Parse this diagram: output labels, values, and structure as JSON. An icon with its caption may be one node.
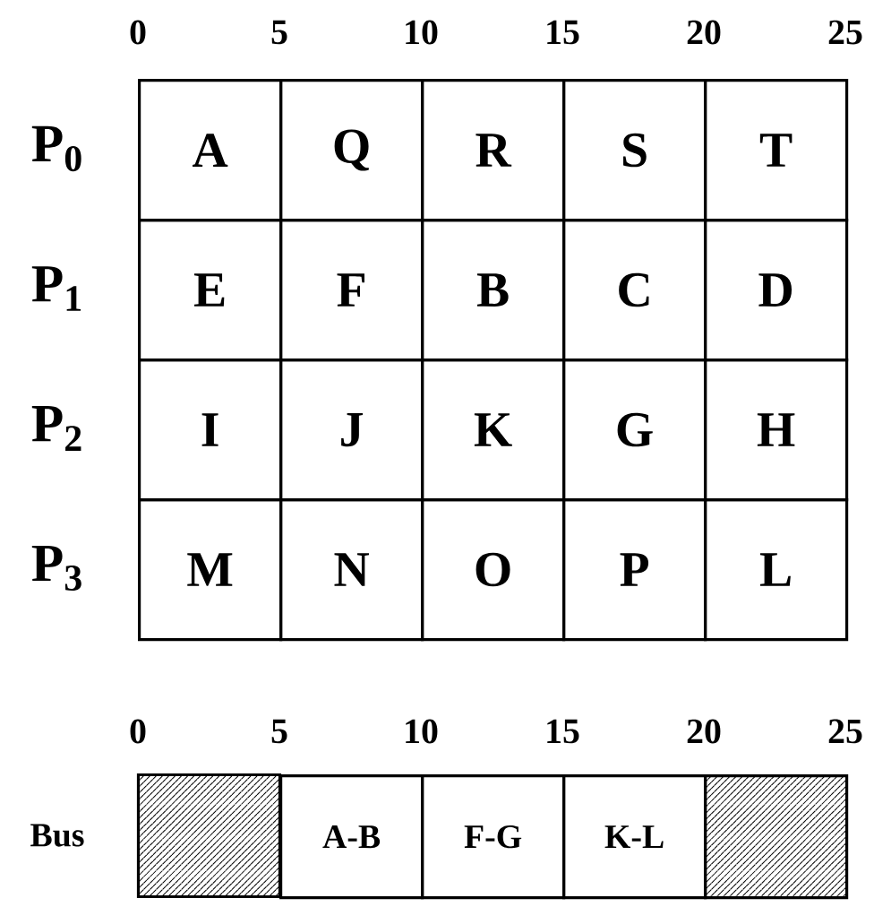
{
  "diagram": {
    "nodes": [
      {
        "text": [
          "A"
        ]
      },
      {
        "text": [
          "Q"
        ]
      },
      {
        "text": [
          "R"
        ]
      },
      {
        "text": [
          "S"
        ]
      },
      {
        "text": [
          "T"
        ]
      },
      {
        "text": [
          "E"
        ]
      },
      {
        "text": [
          "F"
        ]
      },
      {
        "text": [
          "B"
        ]
      },
      {
        "text": [
          "C"
        ]
      },
      {
        "text": [
          "D"
        ]
      },
      {
        "text": [
          "I"
        ]
      },
      {
        "text": [
          "J"
        ]
      },
      {
        "text": [
          "K"
        ]
      },
      {
        "text": [
          "G"
        ]
      },
      {
        "text": [
          "H"
        ]
      },
      {
        "text": [
          "M"
        ]
      },
      {
        "text": [
          "N"
        ]
      },
      {
        "text": [
          "O"
        ]
      },
      {
        "text": [
          "P"
        ]
      },
      {
        "text": [
          "L"
        ]
      },
      {
        "text": [],
        "shape": "box"
      },
      {
        "text": [
          "A-B"
        ]
      },
      {
        "text": [
          "F-G"
        ]
      },
      {
        "text": [
          "K-L"
        ]
      },
      {
        "text": [],
        "shape": "box"
      }
    ],
    "labels": [
      "0",
      "5",
      "10",
      "15",
      "20",
      "25",
      "P$_{0}$",
      "P$_{1}$",
      "P$_{2}$",
      "P$_{3}$",
      "0",
      "5",
      "10",
      "15",
      "20",
      "25",
      "Bus"
    ]
  }
}
